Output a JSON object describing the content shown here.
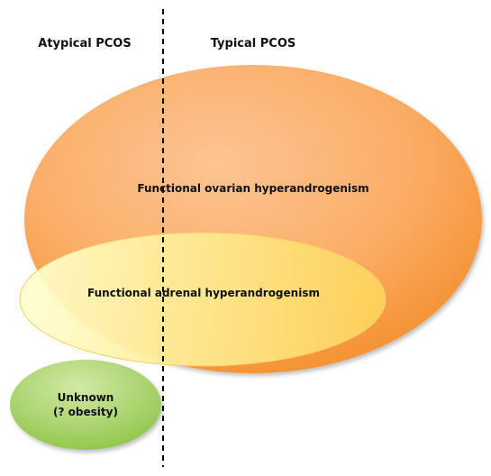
{
  "headers": {
    "atypical": "Atypical PCOS",
    "typical": "Typical PCOS"
  },
  "regions": {
    "ovarian": {
      "label": "Functional ovarian hyperandrogenism"
    },
    "adrenal": {
      "label": "Functional adrenal hyperandrogenism"
    },
    "unknown": {
      "line1": "Unknown",
      "line2": "(? obesity)"
    }
  },
  "colors": {
    "ovarian_fill_light": "#fdbf85",
    "ovarian_fill_dark": "#f7922f",
    "adrenal_fill_light": "#ffffc8",
    "adrenal_fill_dark": "#fdd45a",
    "unknown_fill_light": "#cfe6a0",
    "unknown_fill_dark": "#8ec448",
    "divider": "#000000"
  }
}
